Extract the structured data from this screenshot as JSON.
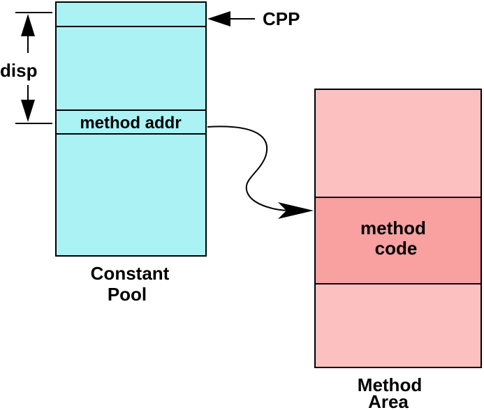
{
  "labels": {
    "cpp": "CPP",
    "disp": "disp",
    "method_addr": "method addr",
    "method_code_line1": "method",
    "method_code_line2": "code",
    "constant_pool_line1": "Constant",
    "constant_pool_line2": "Pool",
    "method_area_line1": "Method",
    "method_area_line2": "Area"
  },
  "colors": {
    "constant_pool_fill": "#aaf2f4",
    "method_area_fill": "#fcc0c0",
    "method_code_fill": "#f9a0a0",
    "stroke": "#000000"
  }
}
